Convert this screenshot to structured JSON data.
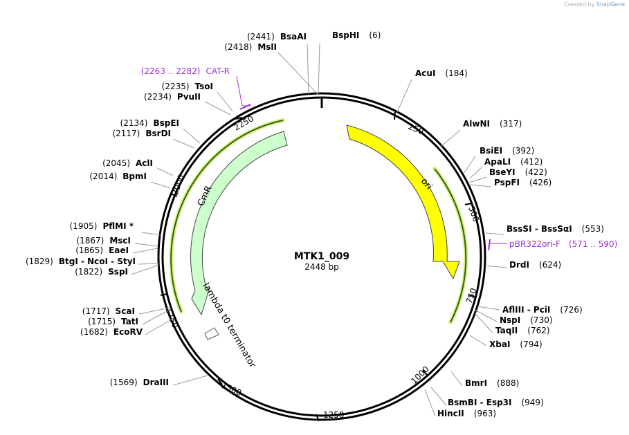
{
  "credit": {
    "prefix": "Created by",
    "brand": "SnapGene"
  },
  "plasmid": {
    "name": "MTK1_009",
    "length_label": "2448 bp"
  },
  "ruler_ticks": [
    "250",
    "500",
    "750",
    "1000",
    "1250",
    "1500",
    "1750",
    "2000",
    "2250"
  ],
  "features": {
    "ori": "ori",
    "cmr": "CmR",
    "terminator": "lambda t0 terminator"
  },
  "colors": {
    "ori": "#ffff00",
    "cmr": "#ccffcc",
    "primer": "#9b30d9"
  },
  "primers": [
    {
      "name": "CAT-R",
      "range": "(2263 .. 2282)"
    },
    {
      "name": "pBR322ori-F",
      "range": "(571 .. 590)"
    }
  ],
  "sites": [
    {
      "pos": "(2441)",
      "name": "BsaAI"
    },
    {
      "pos": "(6)",
      "name": "BspHI"
    },
    {
      "pos": "(2418)",
      "name": "MslI"
    },
    {
      "pos": "(184)",
      "name": "AcuI"
    },
    {
      "pos": "(2235)",
      "name": "TsoI"
    },
    {
      "pos": "(2234)",
      "name": "PvuII"
    },
    {
      "pos": "(317)",
      "name": "AlwNI"
    },
    {
      "pos": "(2134)",
      "name": "BspEI"
    },
    {
      "pos": "(2117)",
      "name": "BsrDI"
    },
    {
      "pos": "(392)",
      "name": "BsiEI"
    },
    {
      "pos": "(412)",
      "name": "ApaLI"
    },
    {
      "pos": "(422)",
      "name": "BseYI"
    },
    {
      "pos": "(426)",
      "name": "PspFI"
    },
    {
      "pos": "(2045)",
      "name": "AclI"
    },
    {
      "pos": "(2014)",
      "name": "BpmI"
    },
    {
      "pos": "(553)",
      "name": "BssSI - BssSαI"
    },
    {
      "pos": "(1905)",
      "name": "PflMI *"
    },
    {
      "pos": "(1867)",
      "name": "MscI"
    },
    {
      "pos": "(1865)",
      "name": "EaeI"
    },
    {
      "pos": "(1829)",
      "name": "BtgI - NcoI - StyI"
    },
    {
      "pos": "(1822)",
      "name": "SspI"
    },
    {
      "pos": "(624)",
      "name": "DrdI"
    },
    {
      "pos": "(726)",
      "name": "AflIII - PciI"
    },
    {
      "pos": "(730)",
      "name": "NspI"
    },
    {
      "pos": "(762)",
      "name": "TaqII"
    },
    {
      "pos": "(794)",
      "name": "XbaI"
    },
    {
      "pos": "(1717)",
      "name": "ScaI"
    },
    {
      "pos": "(1715)",
      "name": "TatI"
    },
    {
      "pos": "(1682)",
      "name": "EcoRV"
    },
    {
      "pos": "(888)",
      "name": "BmrI"
    },
    {
      "pos": "(949)",
      "name": "BsmBI - Esp3I"
    },
    {
      "pos": "(963)",
      "name": "HincII"
    },
    {
      "pos": "(1569)",
      "name": "DraIII"
    }
  ]
}
